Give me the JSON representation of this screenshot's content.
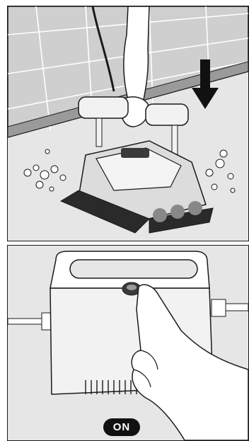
{
  "steps": [
    {
      "illustration": "lower-robot-into-pool"
    },
    {
      "illustration": "press-power-button",
      "badge_label": "ON"
    }
  ],
  "icons": {
    "down_arrow": "down-arrow-icon",
    "power_button": "power-button-icon"
  },
  "colors": {
    "panel_bg": "#e6e6e6",
    "outline": "#1a1a1a",
    "wall": "#cfcfcf",
    "badge_bg": "#111111",
    "badge_text": "#ffffff"
  }
}
